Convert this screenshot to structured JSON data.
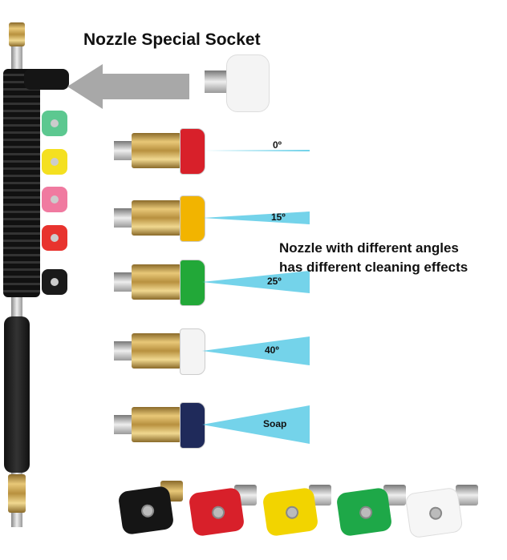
{
  "heading": "Nozzle Special Socket",
  "description": {
    "line1": "Nozzle with different angles",
    "line2": "has different cleaning effects"
  },
  "nozzles": [
    {
      "label": "0º",
      "color": "#d8202a"
    },
    {
      "label": "15º",
      "color": "#f2b400"
    },
    {
      "label": "25º",
      "color": "#22a838"
    },
    {
      "label": "40º",
      "color": "#f4f4f4"
    },
    {
      "label": "Soap",
      "color": "#1f2a5a"
    }
  ],
  "spray_color": "#5ccbe6"
}
